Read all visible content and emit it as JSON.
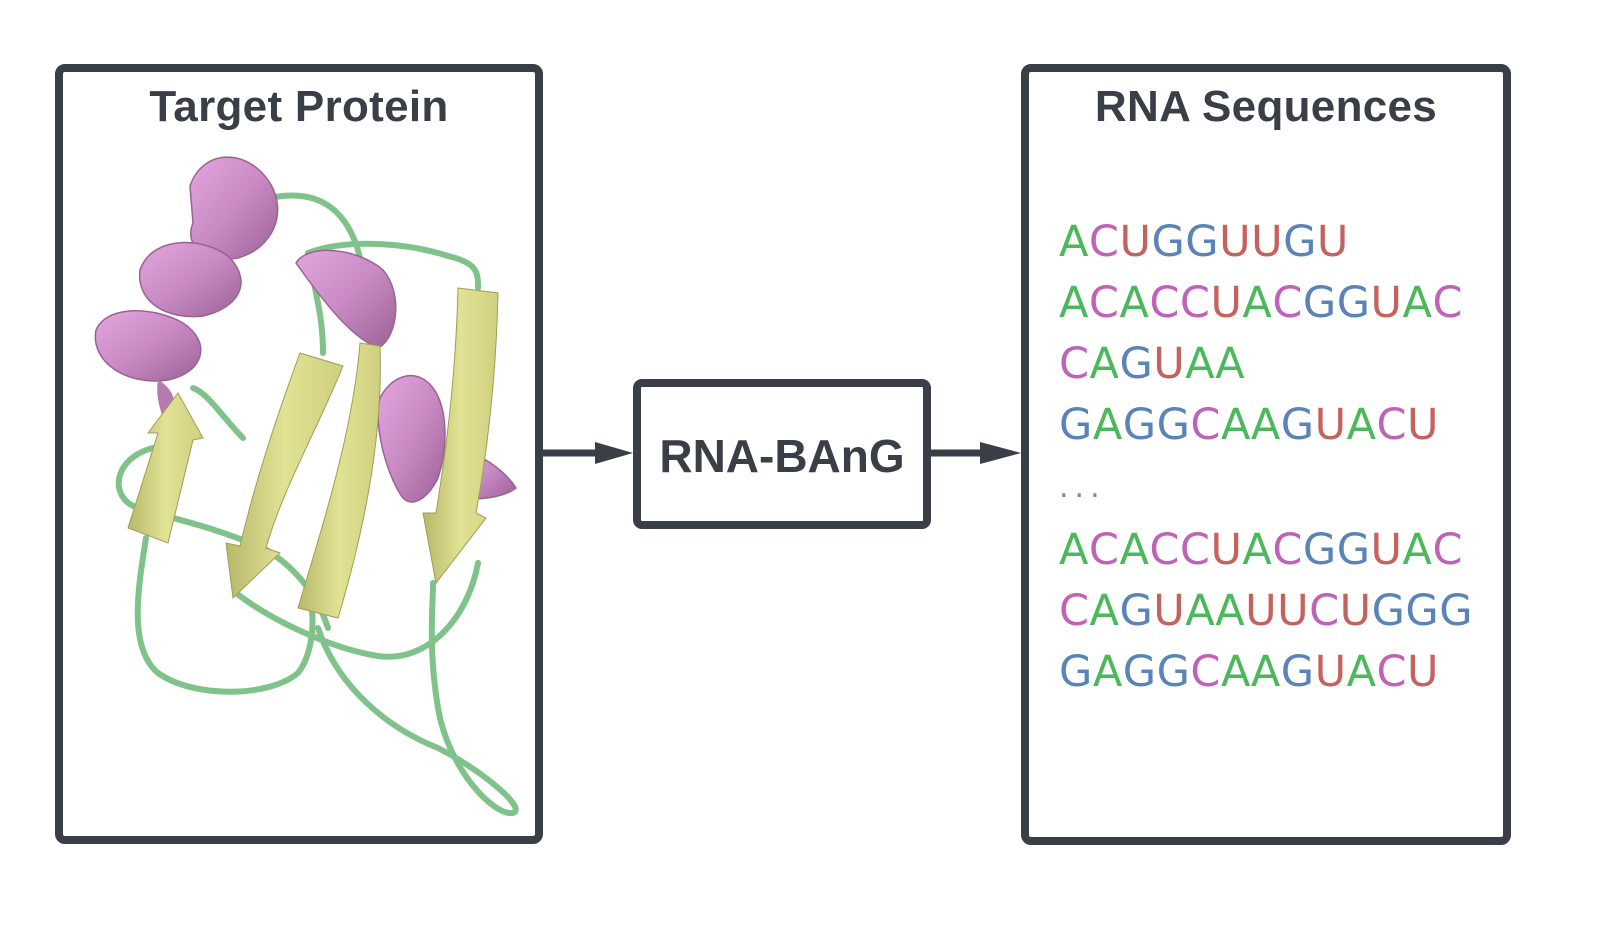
{
  "left_panel": {
    "title": "Target Protein",
    "image": "protein-ribbon-structure",
    "structure_colors": {
      "helix": "#c98ac4",
      "strand": "#d9d98a",
      "loop": "#7fc28a"
    }
  },
  "model": {
    "label": "RNA-BAnG"
  },
  "right_panel": {
    "title": "RNA Sequences",
    "sequences": [
      "ACUGGUUGU",
      "ACACCUACGGUAC",
      "CAGUAA",
      "GAGGCAAGUACU",
      "...",
      "ACACCUACGGUAC",
      "CAGUAAUUCUGGG",
      "GAGGCAAGUACU"
    ]
  },
  "nucleotide_colors": {
    "A": "#4cb85c",
    "C": "#c062b8",
    "G": "#5a83b8",
    "U": "#c4625e"
  },
  "frame_color": "#3a3f47",
  "arrows": [
    {
      "from": "left_panel",
      "to": "model"
    },
    {
      "from": "model",
      "to": "right_panel"
    }
  ]
}
